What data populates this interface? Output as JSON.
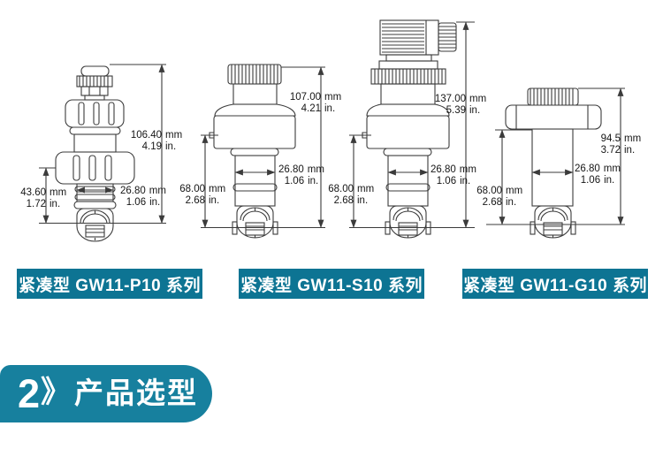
{
  "colors": {
    "bar_teal": "#0d7493",
    "banner_teal": "#17809e",
    "line_art": "#3b3b3b",
    "text": "#161616"
  },
  "units": {
    "mm": "mm",
    "inch": "in."
  },
  "drawings": [
    {
      "height_mm": "106.40",
      "height_in": "4.19",
      "side_mm": "43.60",
      "side_in": "1.72",
      "width_mm": "26.80",
      "width_in": "1.06"
    },
    {
      "height_mm": "107.00",
      "height_in": "4.21",
      "side_mm": "68.00",
      "side_in": "2.68",
      "width_mm": "26.80",
      "width_in": "1.06"
    },
    {
      "height_mm": "137.00",
      "height_in": "5.39",
      "side_mm": "68.00",
      "side_in": "2.68",
      "width_mm": "26.80",
      "width_in": "1.06"
    },
    {
      "height_mm": "94.5",
      "height_in": "3.72",
      "side_mm": "68.00",
      "side_in": "2.68",
      "width_mm": "26.80",
      "width_in": "1.06"
    }
  ],
  "series_bars": [
    {
      "label": "紧凑型 GW11-P10 系列"
    },
    {
      "label": "紧凑型 GW11-S10 系列"
    },
    {
      "label": "紧凑型 GW11-G10 系列"
    }
  ],
  "banner": {
    "number": "2",
    "separator": "》",
    "title": "产品选型"
  }
}
